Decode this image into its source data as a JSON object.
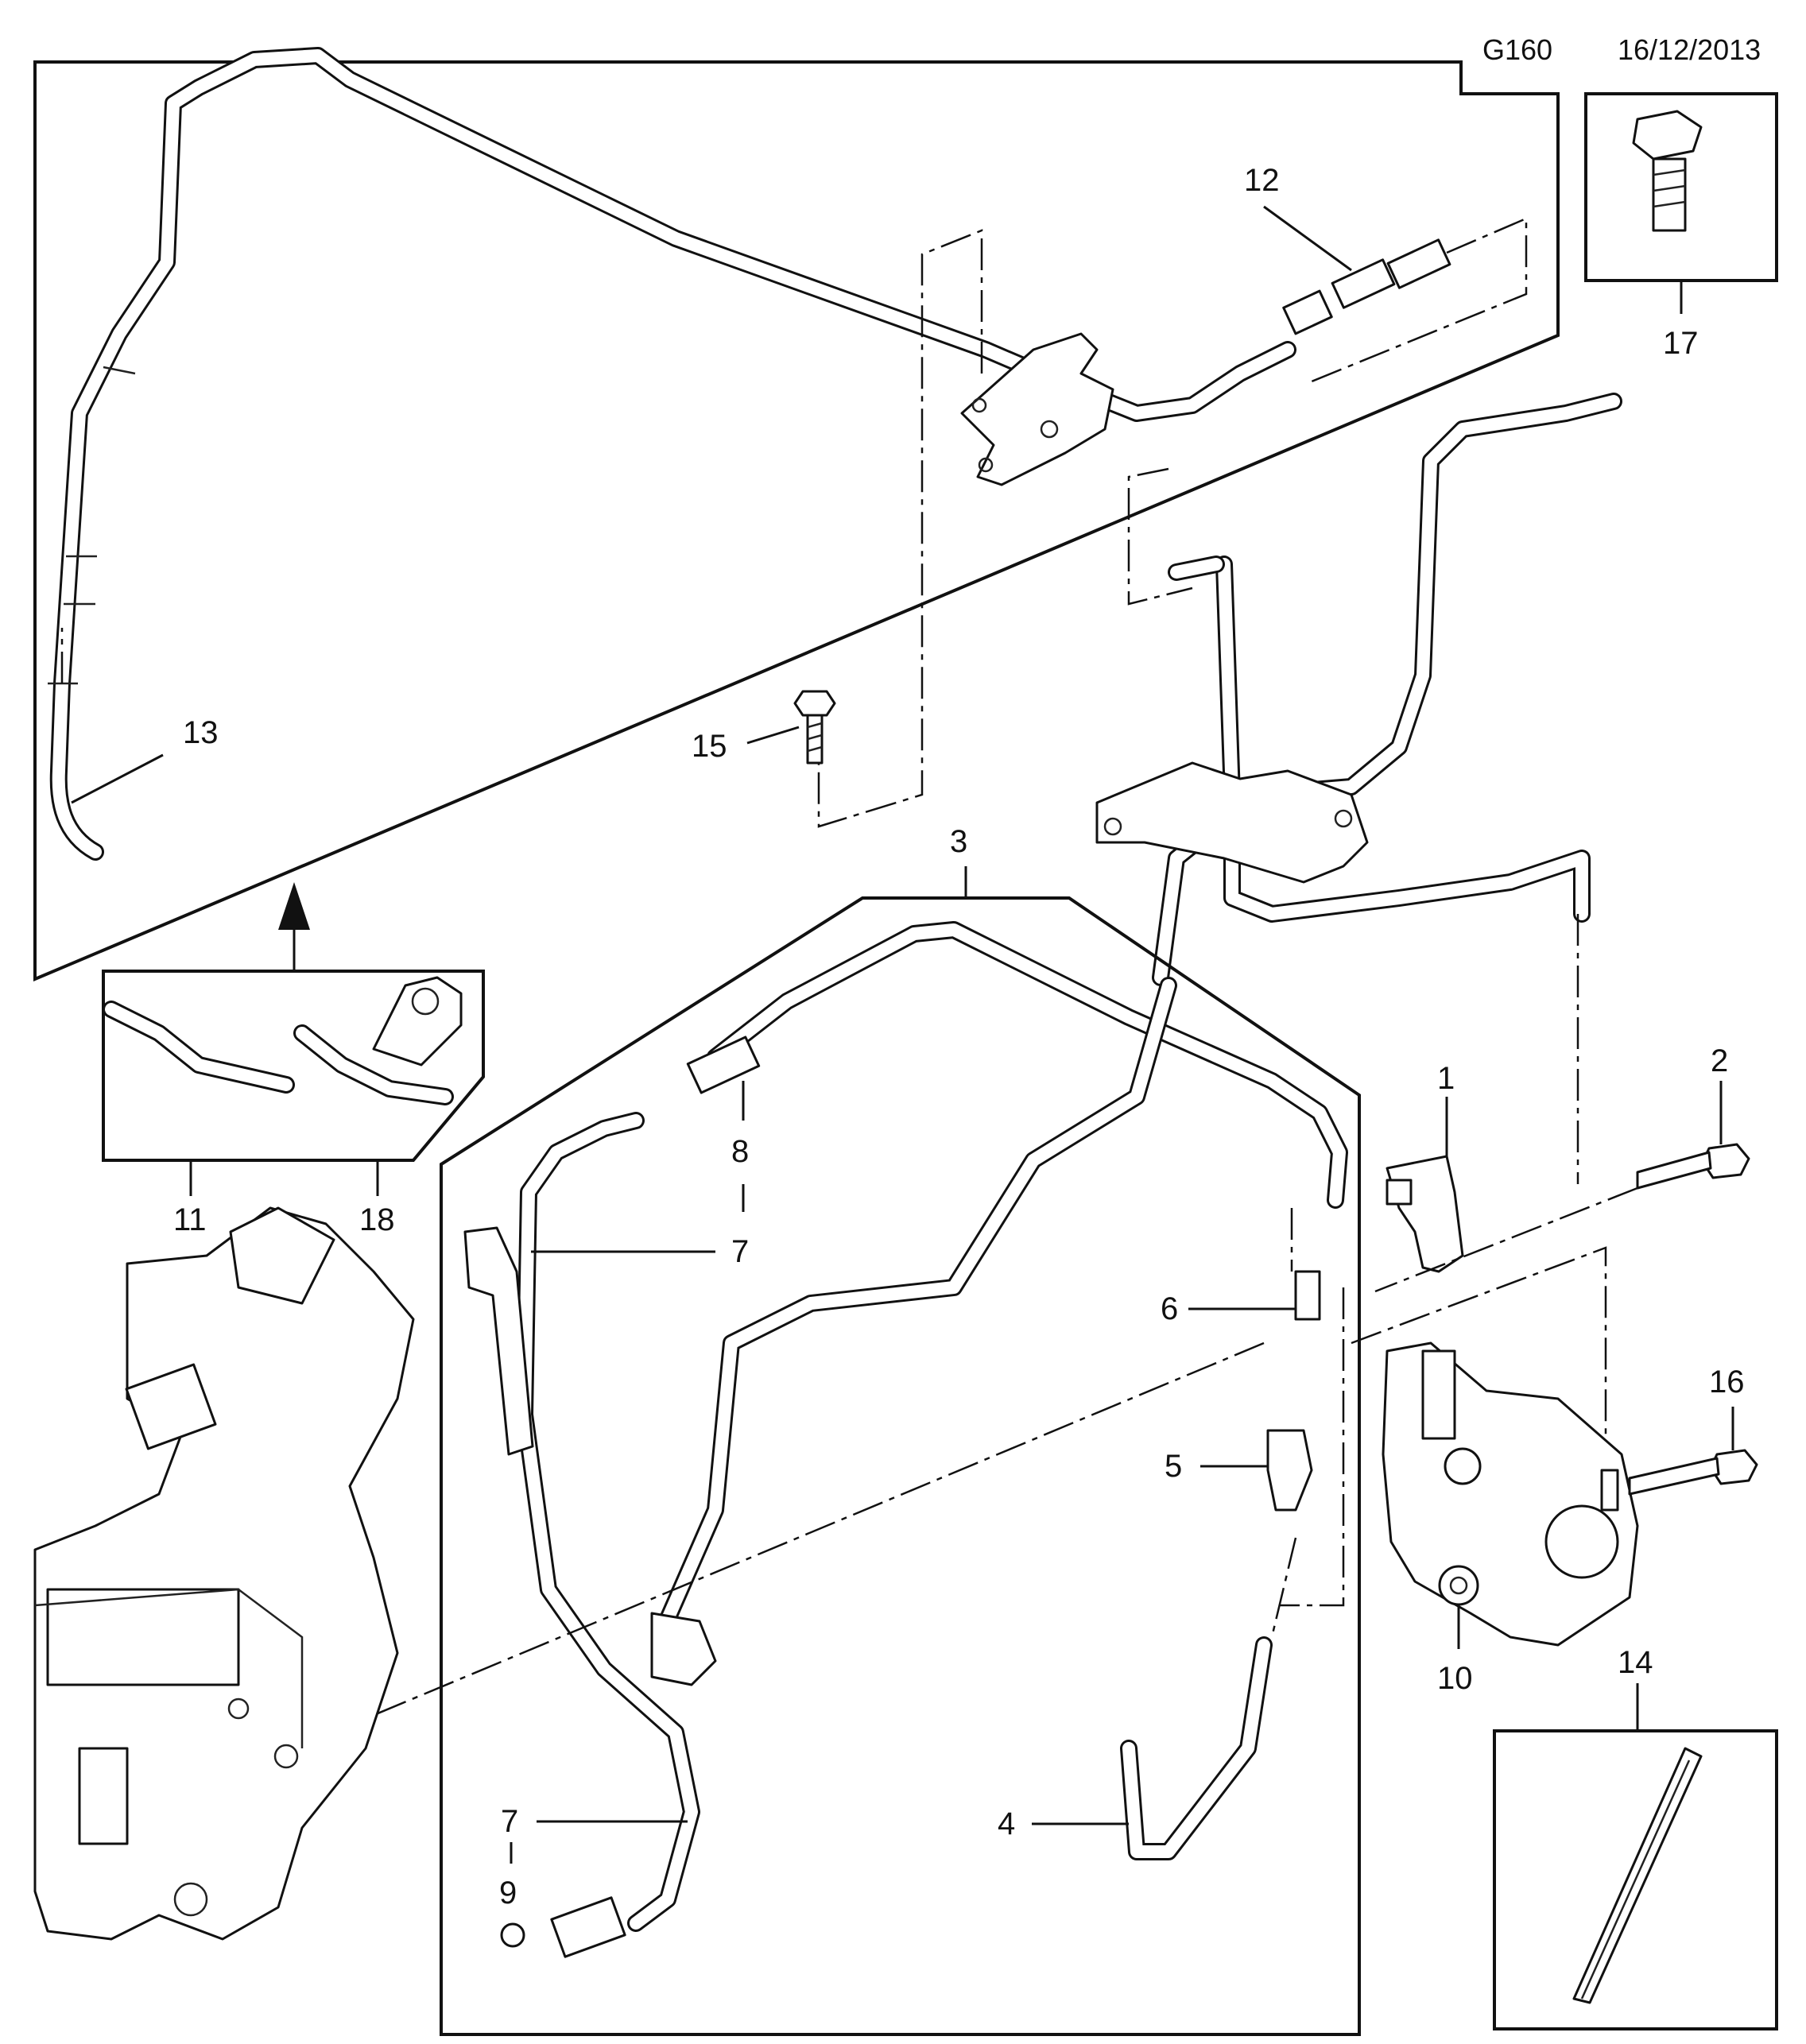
{
  "header": {
    "code": "G160",
    "date": "16/12/2013"
  },
  "callouts": {
    "c1": "1",
    "c2": "2",
    "c3": "3",
    "c4": "4",
    "c5": "5",
    "c6": "6",
    "c7a": "7",
    "c7b": "7",
    "c8": "8",
    "c9": "9",
    "c10": "10",
    "c11": "11",
    "c12": "12",
    "c13": "13",
    "c14": "14",
    "c15": "15",
    "c16": "16",
    "c17": "17",
    "c18": "18"
  }
}
